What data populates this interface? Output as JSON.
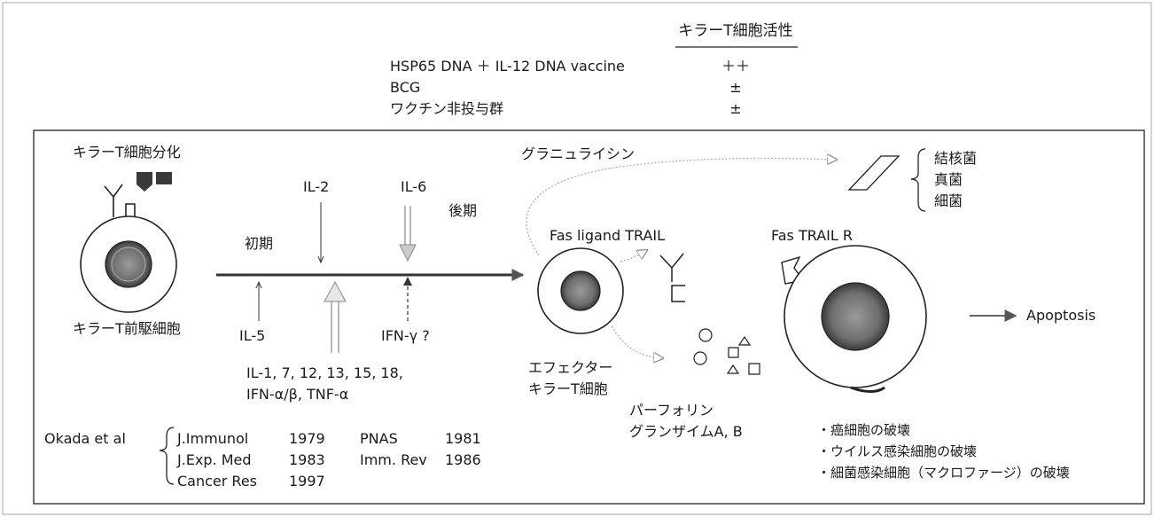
{
  "activity_table": {
    "header": "キラーT細胞活性",
    "rows": [
      {
        "label": "HSP65 DNA ＋ IL-12 DNA vaccine",
        "value": "＋＋"
      },
      {
        "label": "BCG",
        "value": "±"
      },
      {
        "label": "ワクチン非投与群",
        "value": "±"
      }
    ]
  },
  "precursor": {
    "differentiation_label": "キラーT細胞分化",
    "cell_label": "キラーT前駆細胞"
  },
  "timeline": {
    "early_label": "初期",
    "late_label": "後期",
    "il2": "IL-2",
    "il6": "IL-6",
    "il5": "IL-5",
    "ifn_gamma": "IFN-γ ?",
    "cytokines_line1": "IL-1, 7, 12, 13, 15, 18,",
    "cytokines_line2": "IFN-α/β, TNF-α"
  },
  "effector": {
    "granulysin": "グラニュライシン",
    "fas_ligand_trail": "Fas ligand TRAIL",
    "cell_label_line1": "エフェクター",
    "cell_label_line2": "キラーT細胞",
    "perforin": "パーフォリン",
    "granzyme": "グランザイムA, B"
  },
  "pathogens": [
    "結核菌",
    "真菌",
    "細菌"
  ],
  "target": {
    "receptor_label": "Fas  TRAIL R",
    "outcome": "Apoptosis",
    "effects": [
      "・癌細胞の破壊",
      "・ウイルス感染細胞の破壊",
      "・細菌感染細胞（マクロファージ）の破壊"
    ]
  },
  "references": {
    "author": "Okada et al",
    "entries": [
      {
        "journal": "J.Immunol",
        "year": "1979",
        "journal2": "PNAS",
        "year2": "1981"
      },
      {
        "journal": "J.Exp. Med",
        "year": "1983",
        "journal2": "Imm. Rev",
        "year2": "1986"
      },
      {
        "journal": "Cancer Res",
        "year": "1997",
        "journal2": "",
        "year2": ""
      }
    ]
  }
}
